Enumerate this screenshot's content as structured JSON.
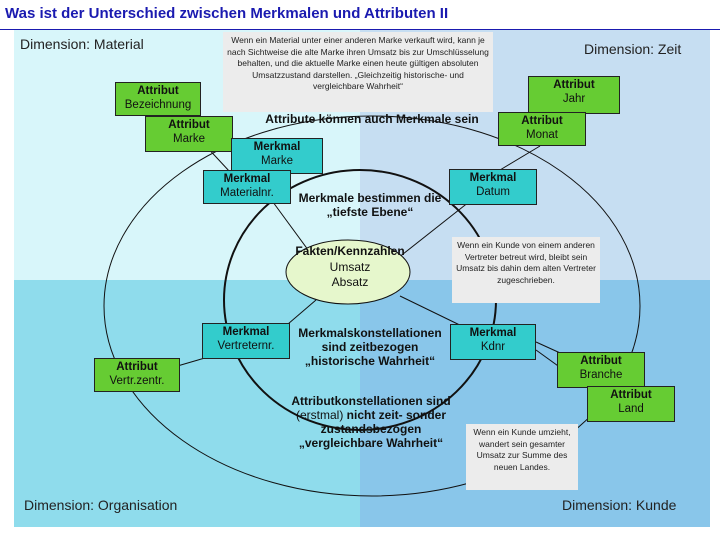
{
  "title": "Was ist der Unterschied zwischen Merkmalen und Attributen II",
  "dimensions": {
    "material": "Dimension: Material",
    "zeit": "Dimension: Zeit",
    "organisation": "Dimension: Organisation",
    "kunde": "Dimension: Kunde"
  },
  "attributes": {
    "bezeichnung": {
      "kind": "Attribut",
      "name": "Bezeichnung"
    },
    "marke": {
      "kind": "Attribut",
      "name": "Marke"
    },
    "jahr": {
      "kind": "Attribut",
      "name": "Jahr"
    },
    "monat": {
      "kind": "Attribut",
      "name": "Monat"
    },
    "vertr_zentr": {
      "kind": "Attribut",
      "name": "Vertr.zentr."
    },
    "branche": {
      "kind": "Attribut",
      "name": "Branche"
    },
    "land": {
      "kind": "Attribut",
      "name": "Land"
    }
  },
  "features": {
    "marke": {
      "kind": "Merkmal",
      "name": "Marke"
    },
    "materialnr": {
      "kind": "Merkmal",
      "name": "Materialnr."
    },
    "datum": {
      "kind": "Merkmal",
      "name": "Datum"
    },
    "vertreternr": {
      "kind": "Merkmal",
      "name": "Vertreternr."
    },
    "kdnr": {
      "kind": "Merkmal",
      "name": "Kdnr"
    }
  },
  "core": {
    "title": "Fakten/Kennzahlen",
    "line1": "Umsatz",
    "line2": "Absatz"
  },
  "captions": {
    "attr_als_merkmal": "Attribute können auch Merkmale sein",
    "merkmale_l1": "Merkmale bestimmen die",
    "merkmale_l2": "„tiefste Ebene“",
    "konst_l1": "Merkmalskonstellationen",
    "konst_l2": "sind zeitbezogen",
    "konst_l3": "„historische Wahrheit“",
    "attrk_l1": "Attributkonstellationen sind",
    "attrk_l2a": "(erstmal)",
    "attrk_l2b": " nicht zeit- sonder",
    "attrk_l3": "zustandsbezogen",
    "attrk_l4": "„vergleichbare Wahrheit“"
  },
  "notes": {
    "material": "Wenn ein Material unter einer anderen Marke verkauft wird, kann je nach Sichtweise die alte Marke ihren Umsatz bis zur Umschlüsselung behalten, und die aktuelle Marke einen heute gültigen absoluten Umsatzzustand darstellen. „Gleichzeitig historische- und vergleichbare Wahrheit“",
    "vertreter": "Wenn ein Kunde von einem anderen Vertreter betreut wird, bleibt sein Umsatz bis dahin dem alten Vertreter zugeschrieben.",
    "kunde": "Wenn ein Kunde umzieht, wandert sein gesamter Umsatz zur Summe des neuen Landes."
  },
  "colors": {
    "attribute_box": "#66cc33",
    "feature_box": "#33cccc",
    "core": "#e6f7cc",
    "title": "#1a1ab0"
  }
}
